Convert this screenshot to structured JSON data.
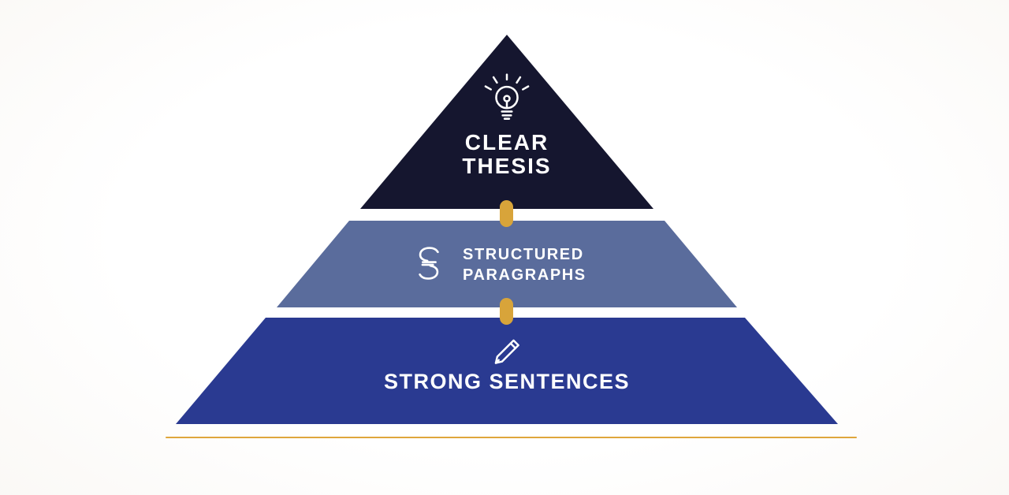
{
  "diagram": {
    "title": "writing pyramid",
    "background_color": "#FBFAF7",
    "connector_color": "#D8A43A",
    "baseline_color": "#DFA63C",
    "text_color": "#FFFFFF",
    "levels": [
      {
        "id": "clear-thesis",
        "label_lines": [
          "CLEAR",
          "THESIS"
        ],
        "label": "CLEAR THESIS",
        "icon": "lightbulb-icon",
        "color": "#15162F"
      },
      {
        "id": "structured-paragraphs",
        "label_lines": [
          "STRUCTURED",
          "PARAGRAPHS"
        ],
        "label": "STRUCTURED PARAGRAPHS",
        "icon": "section-paragraph-icon",
        "color": "#5A6C9C"
      },
      {
        "id": "strong-sentences",
        "label_lines": [
          "STRONG SENTENCES"
        ],
        "label": "STRONG SENTENCES",
        "icon": "pencil-icon",
        "color": "#2A3A91"
      }
    ]
  }
}
